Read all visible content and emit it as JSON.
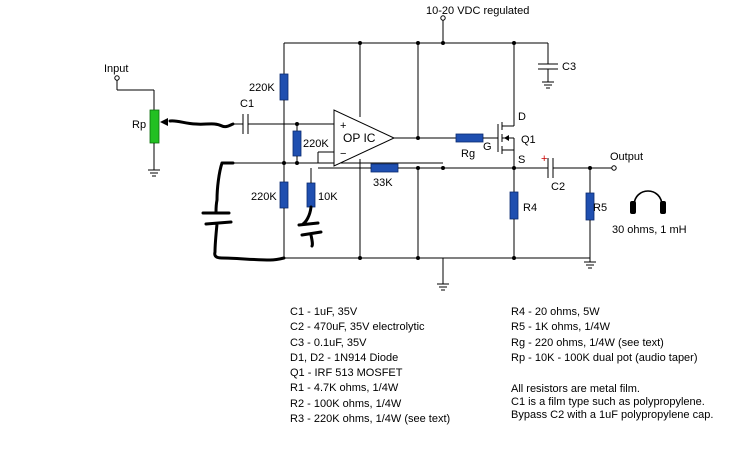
{
  "labels": {
    "supply": "10-20 VDC regulated",
    "input": "Input",
    "output": "Output",
    "op_ic": "OP IC",
    "plus": "+",
    "minus": "−",
    "polarity_plus": "+",
    "load": "30 ohms, 1 mH"
  },
  "components": {
    "rp": "Rp",
    "c1": "C1",
    "r_bias_top": "220K",
    "r_feed": "220K",
    "r_bias_bot": "220K",
    "r_10k": "10K",
    "r_33k": "33K",
    "rg": "Rg",
    "q1": "Q1",
    "gate": "G",
    "drain": "D",
    "source": "S",
    "c3": "C3",
    "c2": "C2",
    "r4": "R4",
    "r5": "R5"
  },
  "parts_list_left": [
    "C1  -  1uF, 35V",
    "C2  -  470uF, 35V electrolytic",
    "C3  -  0.1uF, 35V",
    "D1, D2  -  1N914 Diode",
    "Q1  -  IRF 513 MOSFET",
    "R1  -  4.7K ohms, 1/4W",
    "R2  -  100K ohms, 1/4W",
    "R3  -  220K ohms, 1/4W (see text)"
  ],
  "parts_list_right": [
    "R4  -  20 ohms, 5W",
    "R5  -  1K ohms, 1/4W",
    "Rg  -  220 ohms, 1/4W  (see text)",
    "Rp  -  10K - 100K dual pot (audio taper)"
  ],
  "notes": [
    "All resistors are metal film.",
    "C1 is a film type such as polypropylene.",
    "Bypass C2 with a 1uF polypropylene cap."
  ],
  "colors": {
    "resistor": "#1f4fb0",
    "potentiometer": "#22c022",
    "polarity_mark": "#cc0000",
    "wire": "#000000"
  }
}
